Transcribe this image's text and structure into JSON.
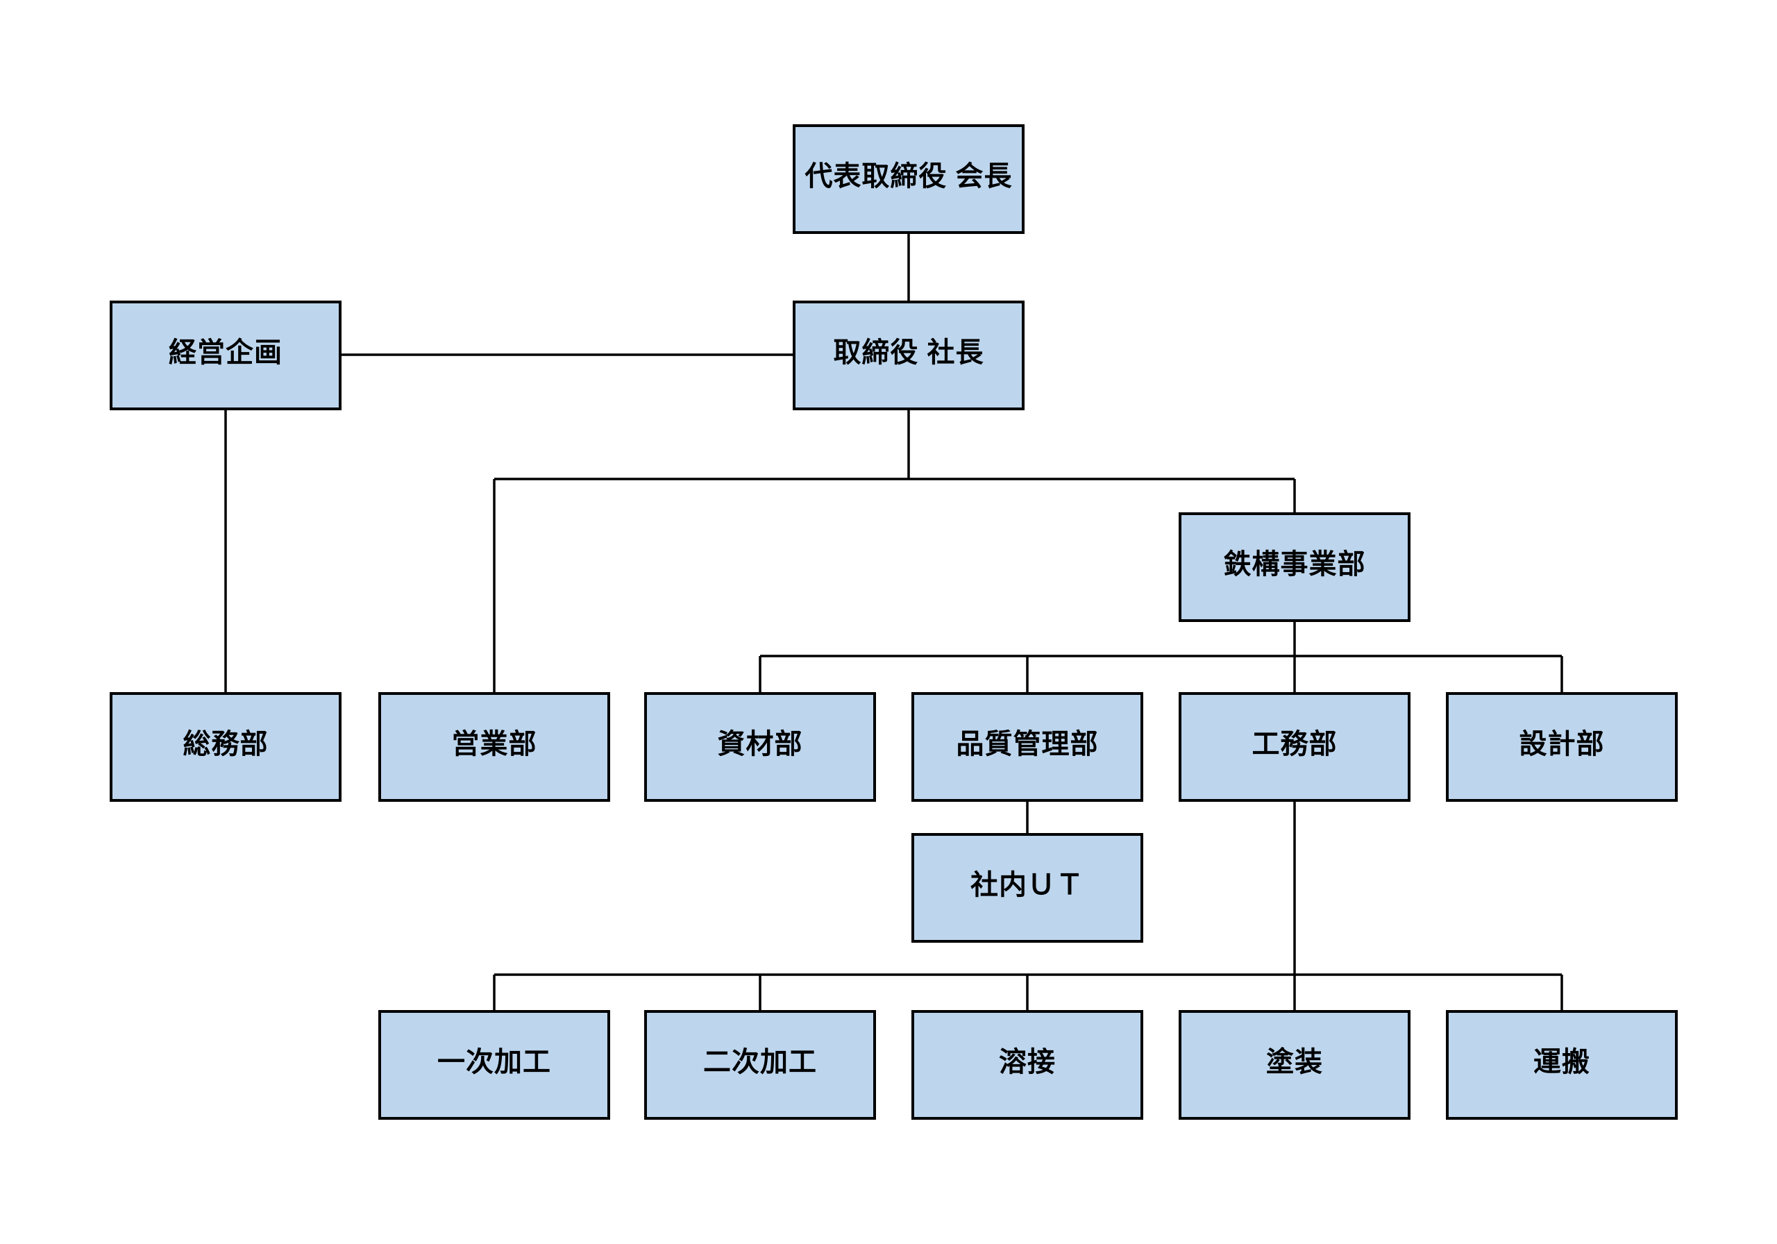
{
  "style": {
    "page_bg": "#ffffff",
    "node_fill": "#bdd6ee",
    "node_border": "#000000",
    "line_color": "#000000",
    "text_color": "#000000"
  },
  "diagram": {
    "type": "org-chart",
    "nodes": [
      {
        "id": "chairman",
        "label": "代表取締役 会長"
      },
      {
        "id": "president",
        "label": "取締役 社長"
      },
      {
        "id": "keiei",
        "label": "経営企画"
      },
      {
        "id": "tekko",
        "label": "鉄構事業部"
      },
      {
        "id": "somu",
        "label": "総務部"
      },
      {
        "id": "eigyo",
        "label": "営業部"
      },
      {
        "id": "shizai",
        "label": "資材部"
      },
      {
        "id": "hinshitsu",
        "label": "品質管理部"
      },
      {
        "id": "komu",
        "label": "工務部"
      },
      {
        "id": "sekkei",
        "label": "設計部"
      },
      {
        "id": "shanai_ut",
        "label": "社内ＵＴ"
      },
      {
        "id": "ichiji",
        "label": "一次加工"
      },
      {
        "id": "niji",
        "label": "二次加工"
      },
      {
        "id": "yosetsu",
        "label": "溶接"
      },
      {
        "id": "toso",
        "label": "塗装"
      },
      {
        "id": "unpan",
        "label": "運搬"
      }
    ],
    "edges": [
      {
        "from": "chairman",
        "to": "president"
      },
      {
        "from": "president",
        "to": "keiei"
      },
      {
        "from": "keiei",
        "to": "somu"
      },
      {
        "from": "president",
        "to": "eigyo"
      },
      {
        "from": "president",
        "to": "tekko"
      },
      {
        "from": "tekko",
        "to": "shizai"
      },
      {
        "from": "tekko",
        "to": "hinshitsu"
      },
      {
        "from": "tekko",
        "to": "komu"
      },
      {
        "from": "tekko",
        "to": "sekkei"
      },
      {
        "from": "hinshitsu",
        "to": "shanai_ut"
      },
      {
        "from": "komu",
        "to": "ichiji"
      },
      {
        "from": "komu",
        "to": "niji"
      },
      {
        "from": "komu",
        "to": "yosetsu"
      },
      {
        "from": "komu",
        "to": "toso"
      },
      {
        "from": "komu",
        "to": "unpan"
      }
    ]
  }
}
